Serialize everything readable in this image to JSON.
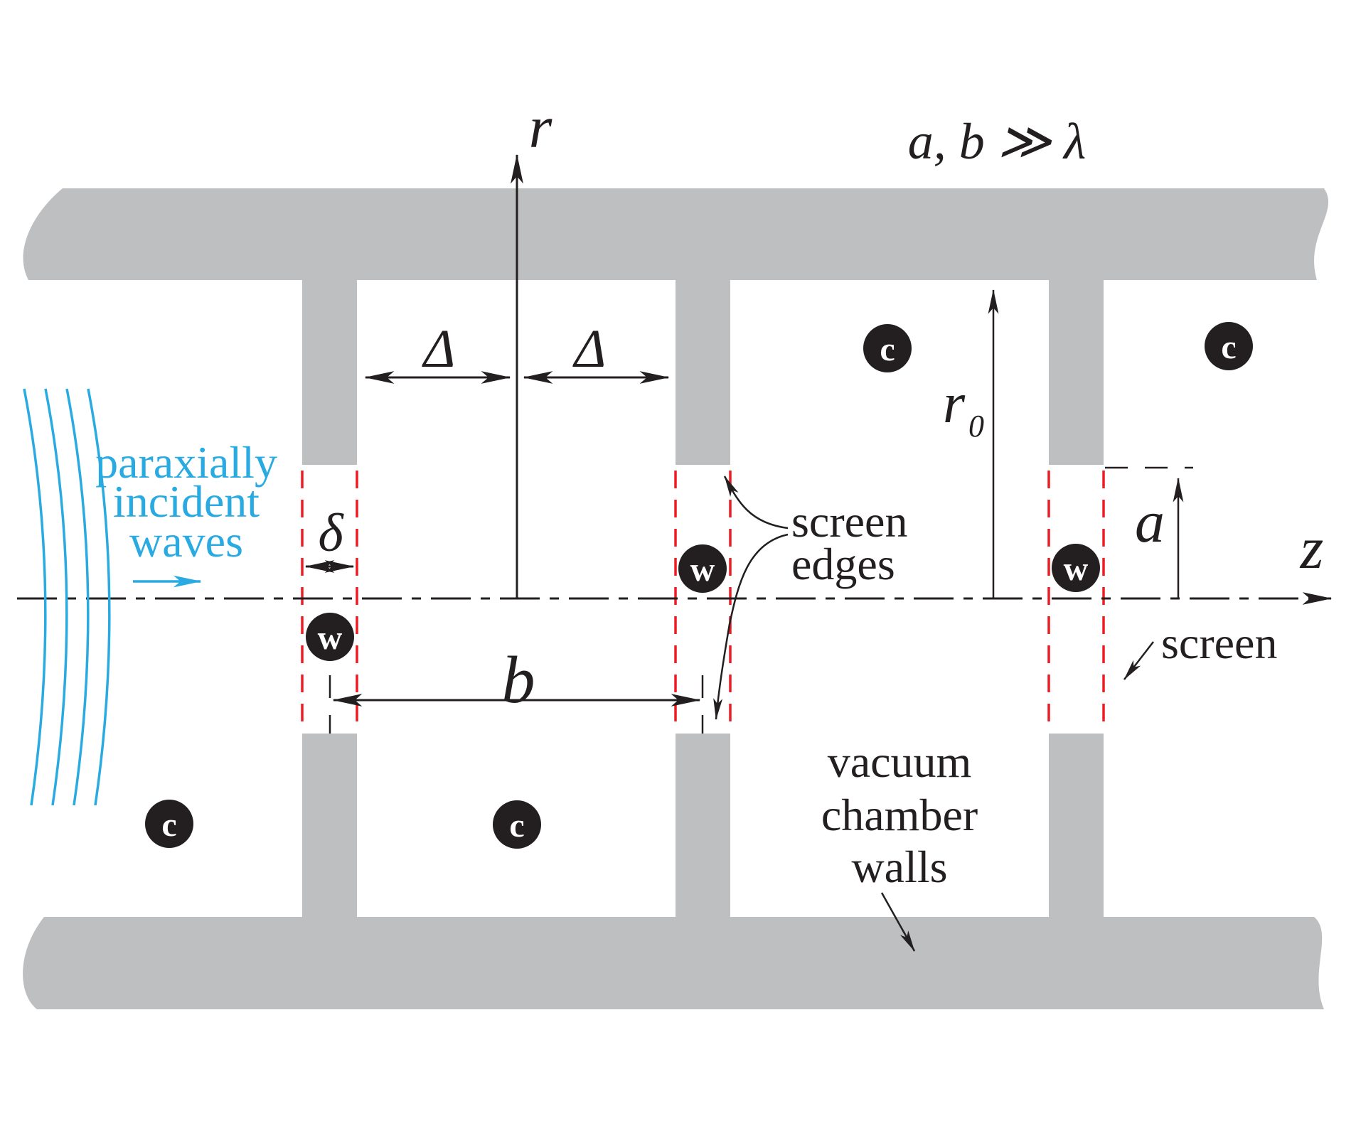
{
  "figure": {
    "title_formula": "a, b ≫ λ",
    "axes": {
      "r": "r",
      "z": "z"
    },
    "dimensions": {
      "delta_left": "Δ",
      "delta_right": "Δ",
      "small_delta": "δ",
      "b": "b",
      "a": "a",
      "r0_base": "r",
      "r0_sub": "0"
    },
    "annotations": {
      "incident_line1": "paraxially",
      "incident_line2": "incident",
      "incident_line3": "waves",
      "screen_edges_line1": "screen",
      "screen_edges_line2": "edges",
      "screen": "screen",
      "walls_line1": "vacuum",
      "walls_line2": "chamber",
      "walls_line3": "walls"
    },
    "badges": {
      "wall": "w",
      "chamber": "c"
    },
    "colors": {
      "wall_gray": "#BDBFC1",
      "edge_red": "#ED1C24",
      "wave_cyan": "#29ABE2",
      "ink_black": "#231F20"
    }
  }
}
